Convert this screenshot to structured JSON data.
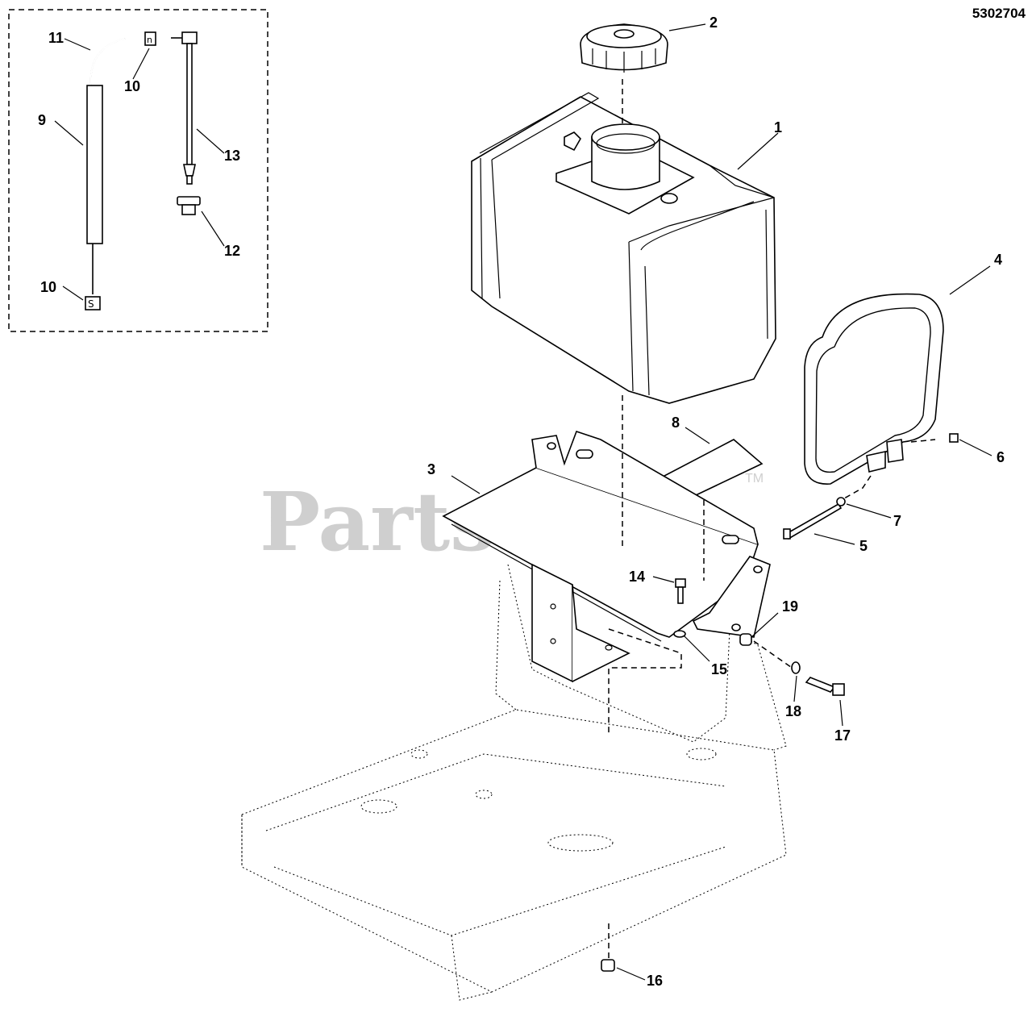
{
  "document_number": "5302704",
  "watermark": {
    "text": "PartsTree",
    "trademark": "TM"
  },
  "callouts": {
    "c1": "1",
    "c2": "2",
    "c3": "3",
    "c4": "4",
    "c5": "5",
    "c6": "6",
    "c7": "7",
    "c8": "8",
    "c9": "9",
    "c10a": "10",
    "c10b": "10",
    "c11": "11",
    "c12": "12",
    "c13": "13",
    "c14": "14",
    "c15": "15",
    "c16": "16",
    "c17": "17",
    "c18": "18",
    "c19": "19"
  }
}
